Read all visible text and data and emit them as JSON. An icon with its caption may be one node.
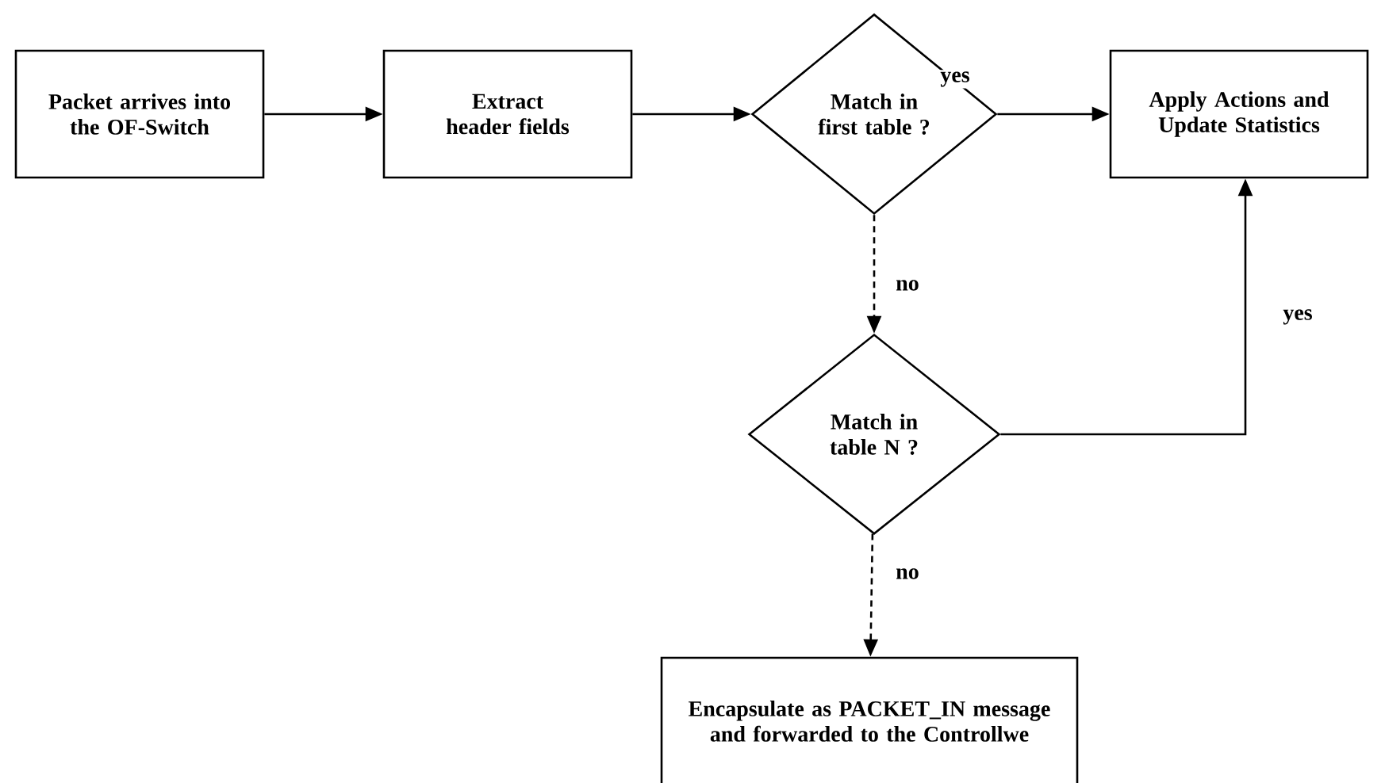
{
  "diagram": {
    "nodes": [
      {
        "text": [
          "Packet arrives into the OF-Switch"
        ]
      },
      {
        "text": [
          "Extract header fields"
        ]
      },
      {
        "text": [
          "Match in first table ?"
        ]
      },
      {
        "text": [
          "Apply Actions and Update Statistics"
        ]
      },
      {
        "text": [
          "Match in table N ?"
        ]
      },
      {
        "text": [
          "Encapsulate as PACKET_IN message and forwarded to the Controllwe"
        ]
      }
    ],
    "edges": [
      {
        "from": 0,
        "to": 1,
        "arrow": "to"
      },
      {
        "from": 1,
        "to": 2,
        "arrow": "to"
      },
      {
        "from": 2,
        "to": 3,
        "arrow": "to",
        "label": "yes"
      },
      {
        "from": 2,
        "to": 4,
        "arrow": "to",
        "label": "no",
        "style": "dashed"
      },
      {
        "from": 4,
        "to": 3,
        "arrow": "to",
        "label": "yes"
      },
      {
        "from": 4,
        "to": 5,
        "arrow": "to",
        "label": "no",
        "style": "dashed"
      }
    ]
  }
}
